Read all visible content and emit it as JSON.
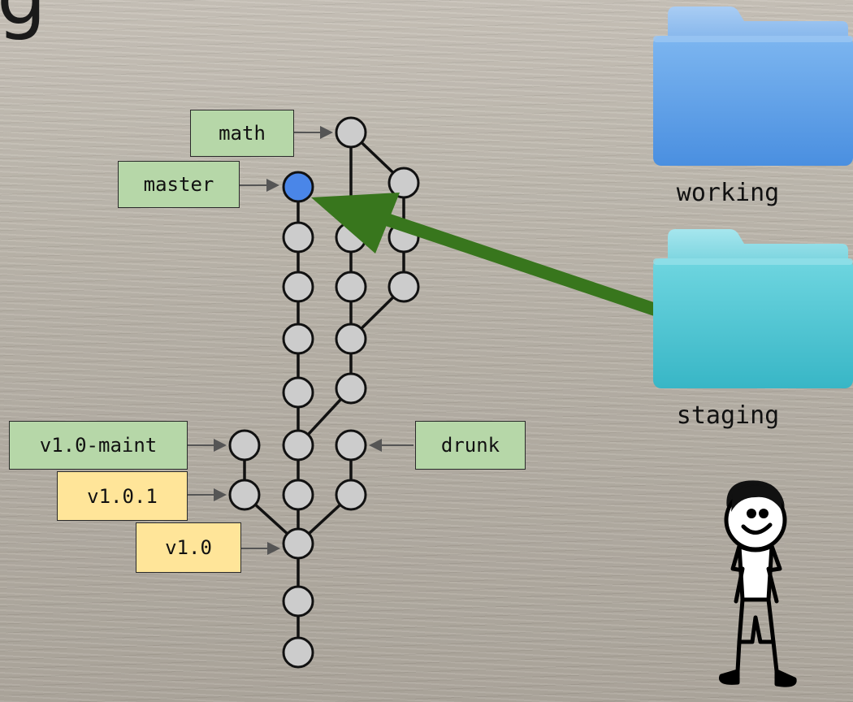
{
  "title_fragment": "g",
  "branches": {
    "math": "math",
    "master": "master",
    "v1_0_maint": "v1.0-maint",
    "drunk": "drunk"
  },
  "tags": {
    "v1_0_1": "v1.0.1",
    "v1_0": "v1.0"
  },
  "folders": {
    "working": "working",
    "staging": "staging"
  },
  "colors": {
    "branch_label": "#b6d7a8",
    "tag_label": "#ffe599",
    "commit": "#cccccc",
    "head_commit": "#4a86e8",
    "arrow": "#38761d",
    "working_folder": "#5b9ee8",
    "staging_folder": "#45c4d2"
  }
}
